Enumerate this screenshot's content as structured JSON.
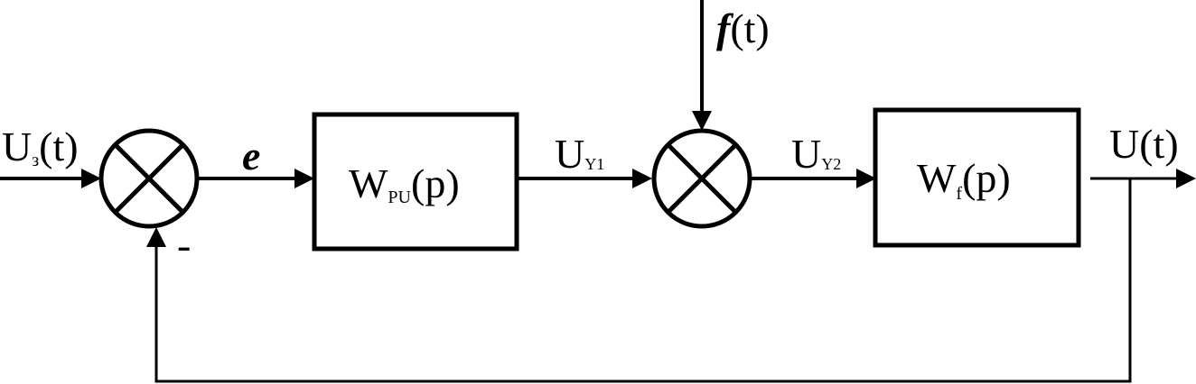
{
  "signals": {
    "input": {
      "main": "U",
      "sub": "з",
      "tail": "(t)"
    },
    "error": "e",
    "uy1": {
      "main": "U",
      "sub": "Y1"
    },
    "disturbance": {
      "main": "f",
      "tail": "(t)"
    },
    "uy2": {
      "main": "U",
      "sub": "Y2"
    },
    "output": "U(t)",
    "feedback_sign": "-"
  },
  "blocks": {
    "controller": {
      "main": "W",
      "sub": "PU",
      "tail": "(p)"
    },
    "plant": {
      "main": "W",
      "sub": "f",
      "tail": "(p)"
    }
  }
}
